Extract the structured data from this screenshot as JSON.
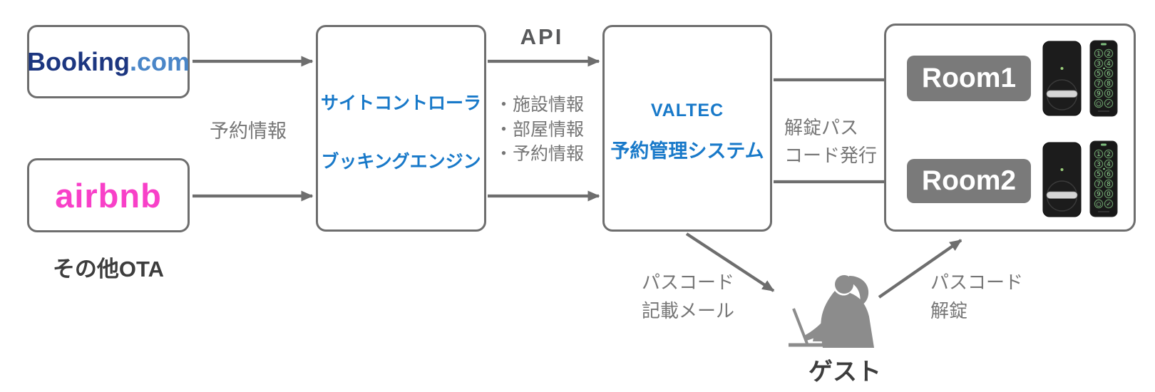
{
  "ota": {
    "booking": {
      "primary": "Booking",
      "suffix": ".com"
    },
    "airbnb": "airbnb",
    "other_label": "その他OTA"
  },
  "flow_labels": {
    "reservation_info": "予約情報",
    "api": "API",
    "api_items": [
      "・施設情報",
      "・部屋情報",
      "・予約情報"
    ],
    "unlock_passcode_issue": [
      "解錠パス",
      "コード発行"
    ],
    "passcode_mail": [
      "パスコード",
      "記載メール"
    ],
    "passcode_unlock": [
      "パスコード",
      "解錠"
    ]
  },
  "nodes": {
    "site_controller": [
      "サイトコントローラ",
      "ブッキングエンジン"
    ],
    "valtec": [
      "VALTEC",
      "予約管理システム"
    ],
    "rooms": [
      "Room1",
      "Room2"
    ],
    "guest": "ゲスト"
  },
  "devices": {
    "keypad_keys": [
      "1",
      "2",
      "3",
      "4",
      "5",
      "6",
      "7",
      "8",
      "9",
      "0",
      "○",
      "✓"
    ]
  },
  "colors": {
    "accent_blue": "#1879c9",
    "booking_navy": "#1c3680",
    "booking_blue": "#4a86c8",
    "airbnb_pink": "#f840c8",
    "arrow_gray": "#6e6e6e",
    "label_gray": "#767676",
    "dark_text": "#3d3d3d",
    "room_box_gray": "#7a7a7a",
    "keypad_green": "#8fd98f"
  }
}
